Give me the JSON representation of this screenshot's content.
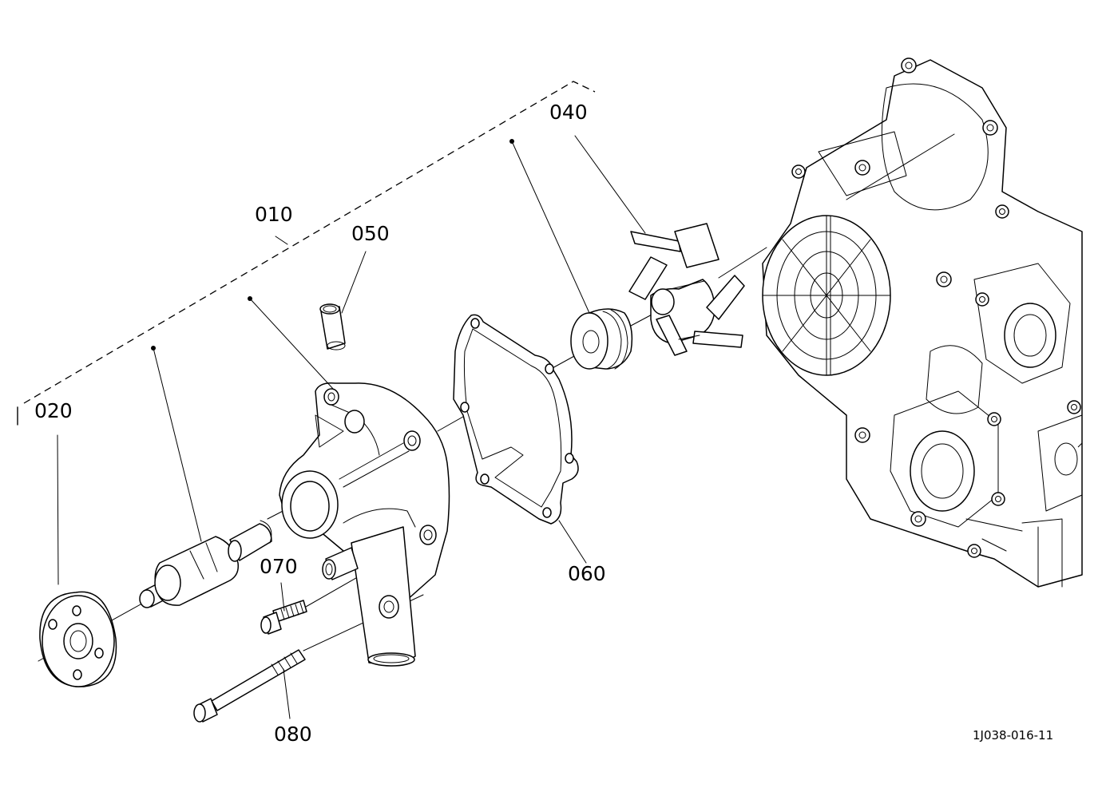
{
  "callouts": {
    "c010": "010",
    "c020": "020",
    "c040": "040",
    "c050": "050",
    "c060": "060",
    "c070": "070",
    "c080": "080"
  },
  "drawing_ref": "1J038-016-11"
}
